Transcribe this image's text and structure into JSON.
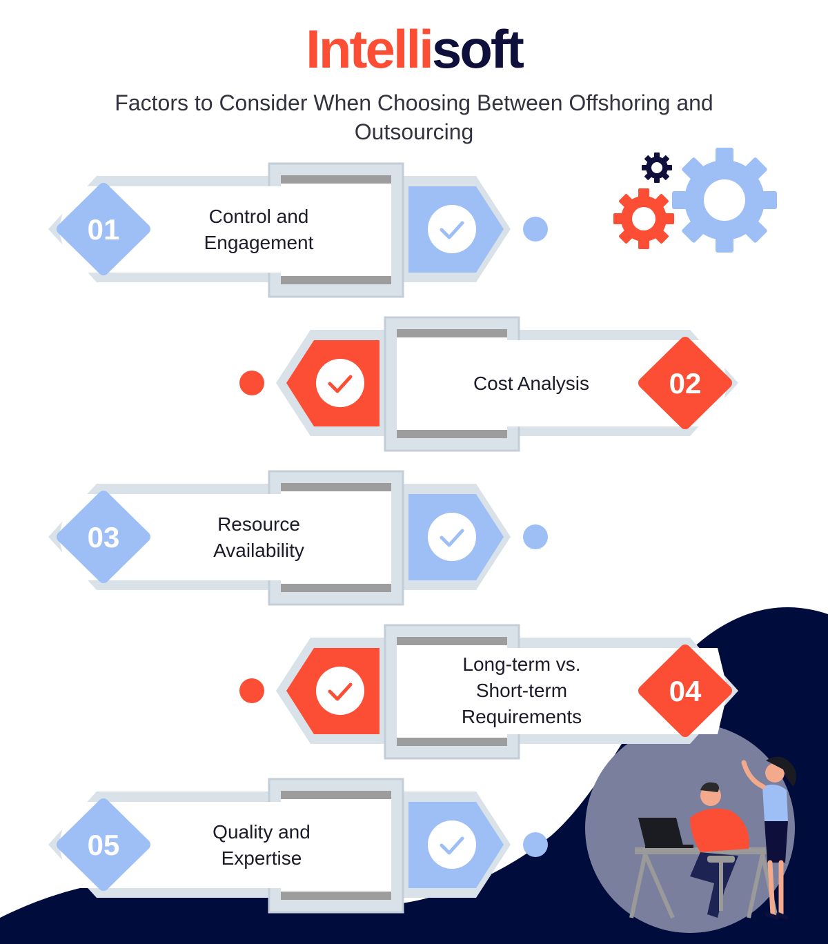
{
  "brand": {
    "part1": "Intelli",
    "part2": "soft"
  },
  "subtitle": "Factors to Consider When Choosing Between Offshoring and Outsourcing",
  "colors": {
    "blue": "#9dbff5",
    "red": "#fb4e35",
    "navy": "#000c3b",
    "frame": "#d9e1e9",
    "bar": "#9d9d9d"
  },
  "factors": [
    {
      "number": "01",
      "label": "Control and\nEngagement",
      "color": "blue",
      "side": "left"
    },
    {
      "number": "02",
      "label": "Cost Analysis",
      "color": "red",
      "side": "right"
    },
    {
      "number": "03",
      "label": "Resource\nAvailability",
      "color": "blue",
      "side": "left"
    },
    {
      "number": "04",
      "label": "Long-term vs.\nShort-term\nRequirements",
      "color": "red",
      "side": "right"
    },
    {
      "number": "05",
      "label": "Quality and\nExpertise",
      "color": "blue",
      "side": "left"
    }
  ],
  "icons": {
    "check": "checkmark-icon",
    "gears": "gears-icon",
    "people": "team-illustration"
  }
}
